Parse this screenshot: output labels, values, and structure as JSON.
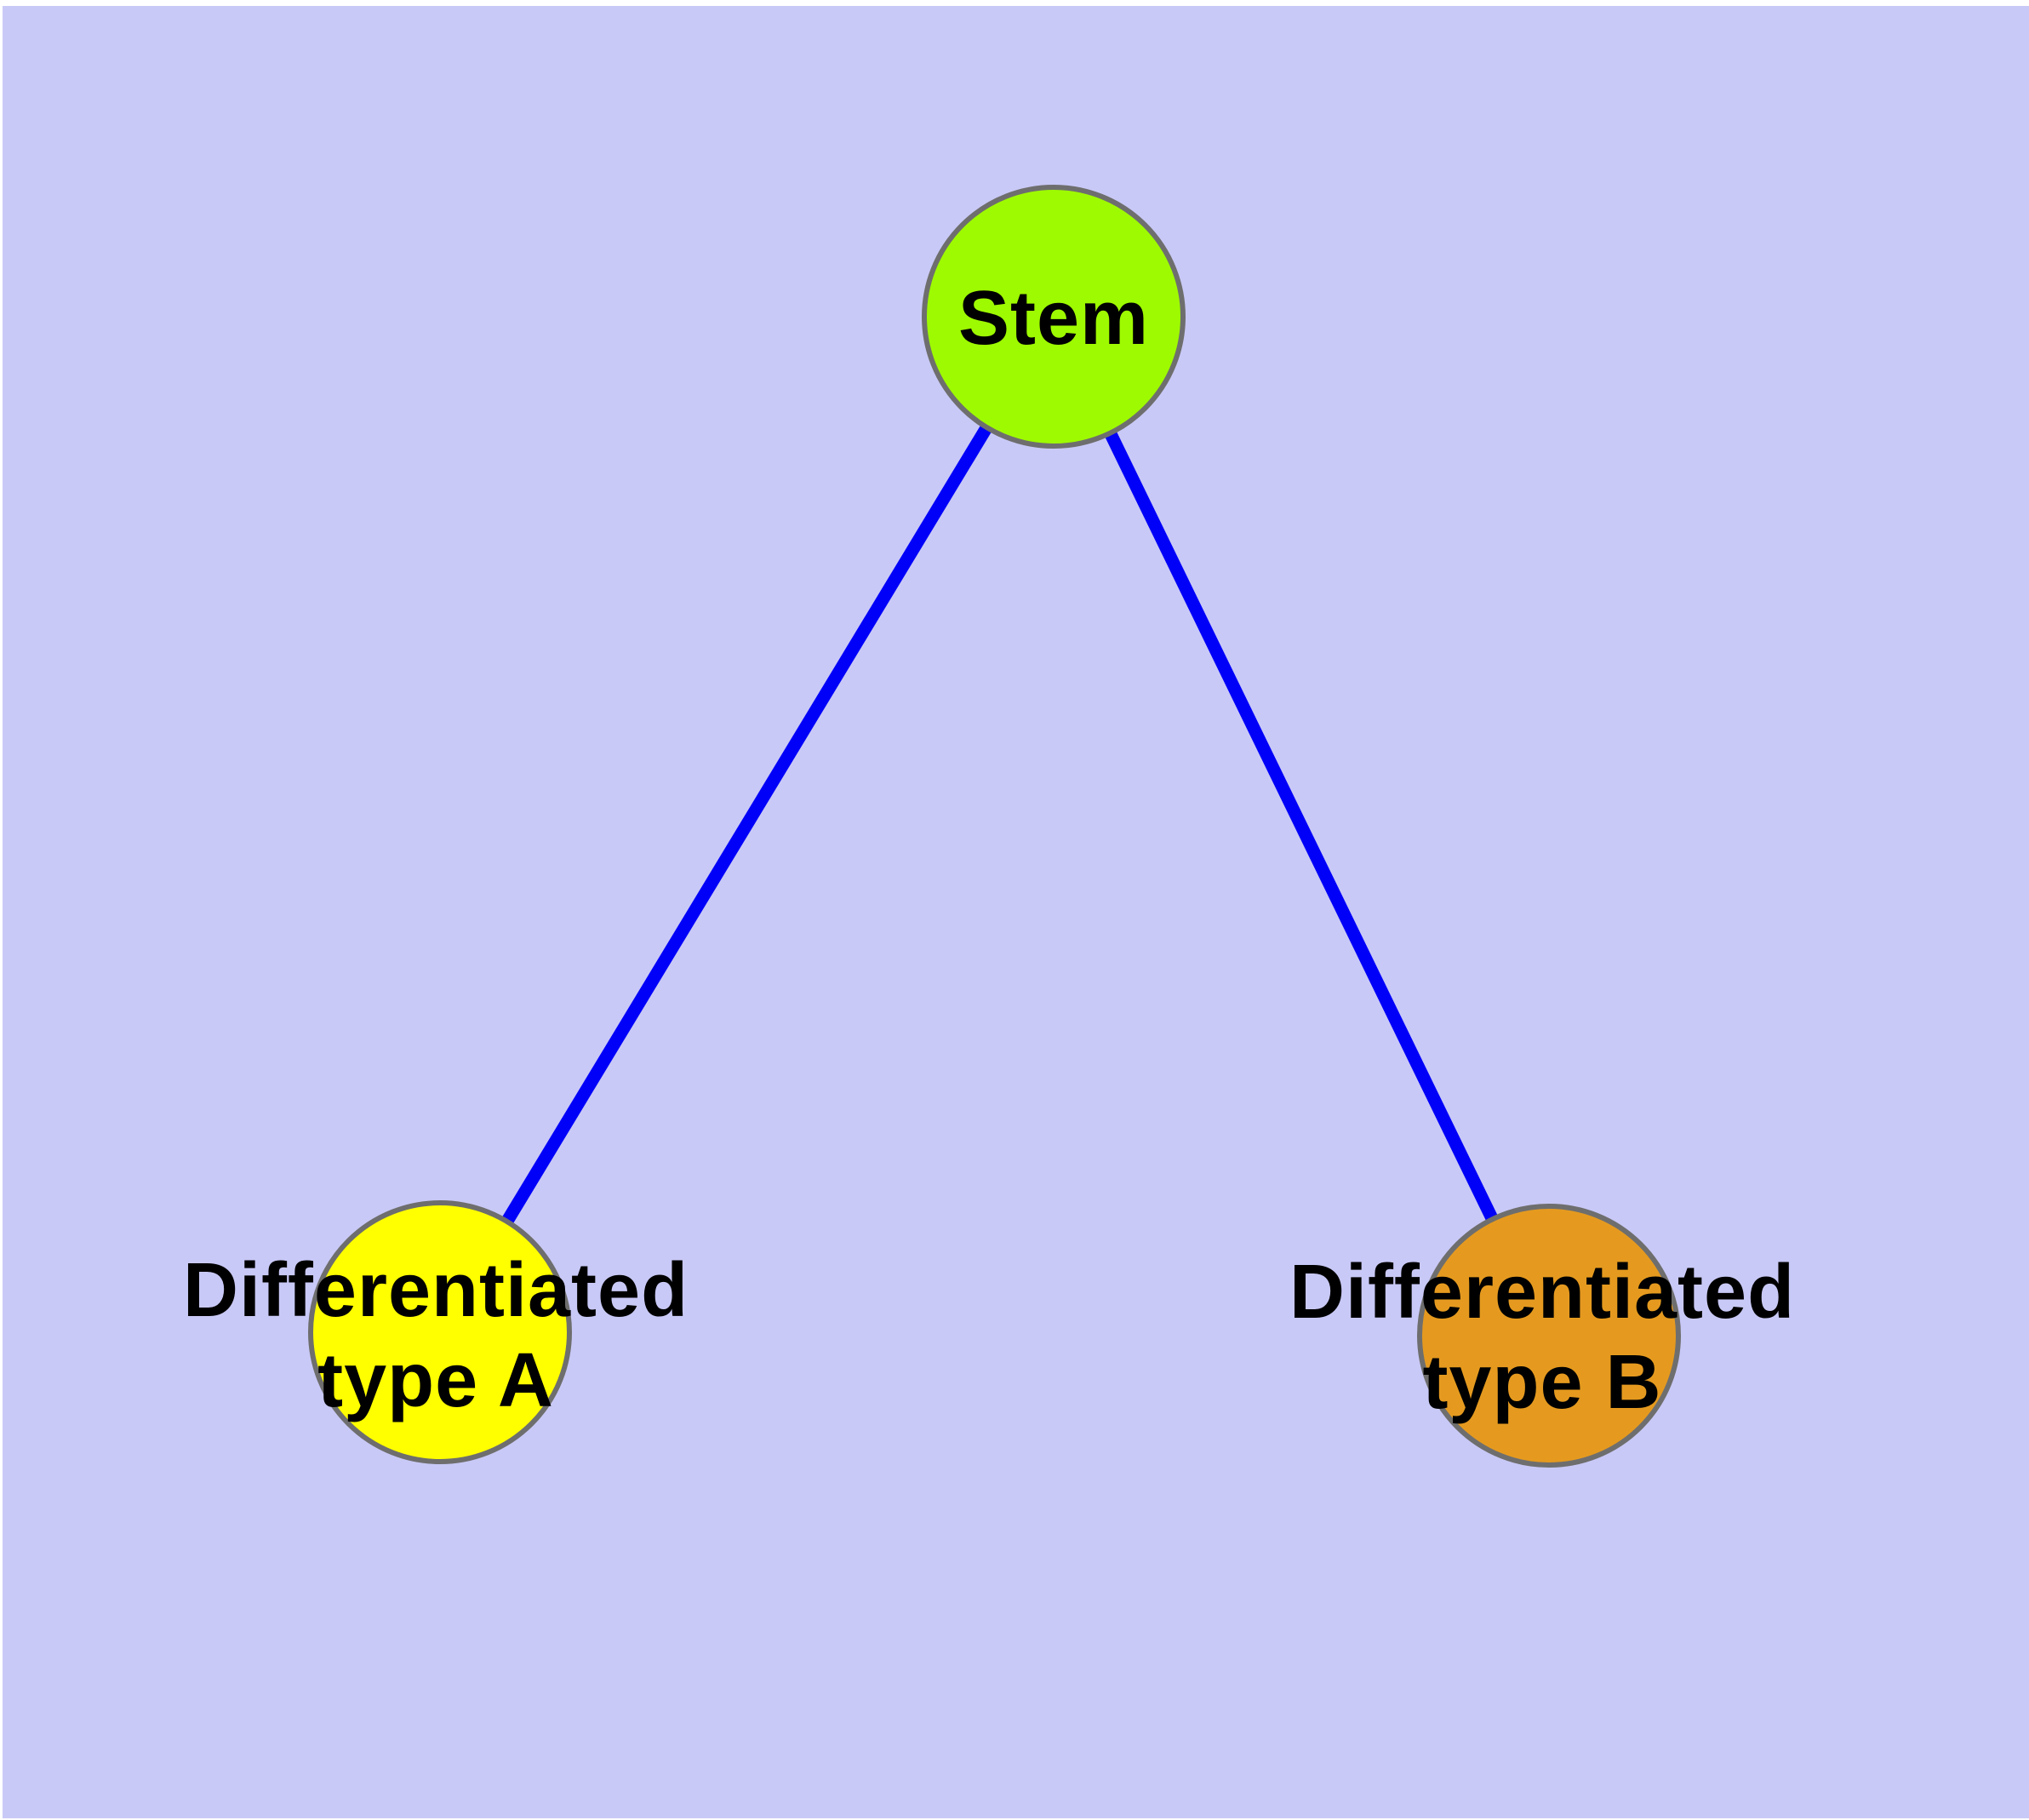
{
  "diagram": {
    "type": "node-link-graph",
    "background_color": "#c9c9f7",
    "margin_color": "#ffffff",
    "edge_color": "#0000f8",
    "node_border_color": "#6e6e6e",
    "label_color": "#000000",
    "nodes": [
      {
        "id": "stem",
        "label": "Stem",
        "lines": [
          "Stem"
        ],
        "color": "#9efa00"
      },
      {
        "id": "type-a",
        "label": "Differentiated type A",
        "lines": [
          "Differentiated",
          "type A"
        ],
        "color": "#ffff00"
      },
      {
        "id": "type-b",
        "label": "Differentiated type B",
        "lines": [
          "Differentiated",
          "type B"
        ],
        "color": "#e59a1f"
      }
    ],
    "edges": [
      {
        "from": "Stem",
        "to": "Differentiated type A"
      },
      {
        "from": "Stem",
        "to": "Differentiated type B"
      }
    ]
  }
}
